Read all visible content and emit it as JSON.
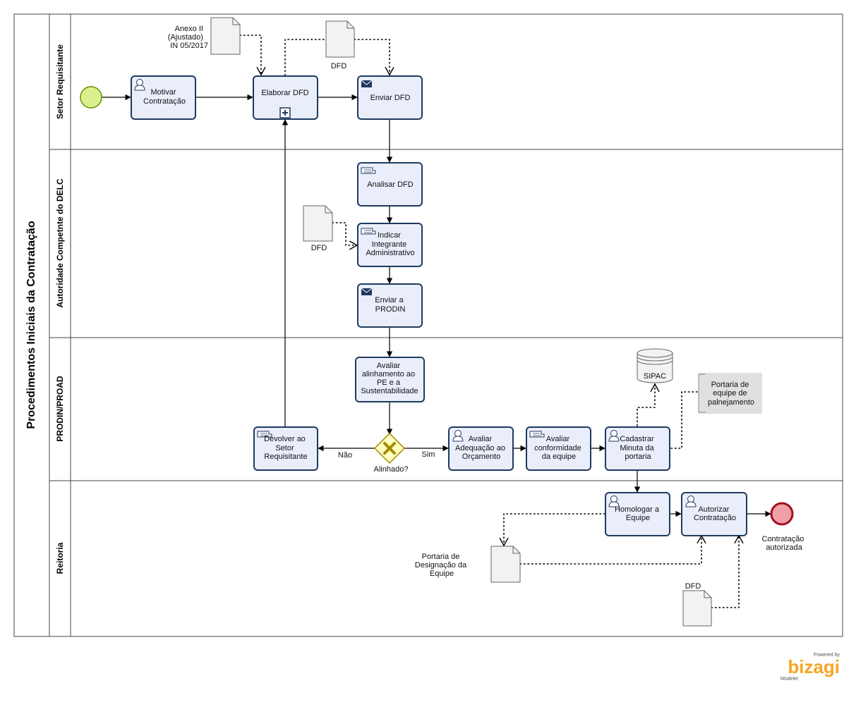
{
  "pool": {
    "title": "Procedimentos Iniciais da Contratação"
  },
  "lanes": [
    {
      "name": "Setor Requisitante"
    },
    {
      "name": "Autoridade Competnte do DELC"
    },
    {
      "name": "PRODIN/PROAD"
    },
    {
      "name": "Reitoria"
    }
  ],
  "tasks": {
    "motivar": [
      "Motivar",
      "Contratação"
    ],
    "elaborar": [
      "Elaborar DFD"
    ],
    "enviar_dfd": [
      "Enviar DFD"
    ],
    "analisar": [
      "Analisar DFD"
    ],
    "indicar": [
      "Indicar",
      "Integrante",
      "Administrativo"
    ],
    "enviar_prodin": [
      "Enviar a",
      "PRODIN"
    ],
    "avaliar_alinhamento": [
      "Avaliar",
      "alinhamento ao",
      "PE e a",
      "Sustentabilidade"
    ],
    "devolver": [
      "Devolver ao",
      "Setor",
      "Requisitante"
    ],
    "avaliar_orcamento": [
      "Avaliar",
      "Adequação ao",
      "Orçamento"
    ],
    "avaliar_conformidade": [
      "Avaliar",
      "conformidade",
      "da equipe"
    ],
    "cadastrar": [
      "Cadastrar",
      "Minuta da",
      "portaria"
    ],
    "homologar": [
      "Homologar  a",
      "Equipe"
    ],
    "autorizar": [
      "Autorizar",
      "Contratação"
    ]
  },
  "gateway": {
    "label": "Alinhado?",
    "yes": "Sim",
    "no": "Não"
  },
  "end_event": {
    "label": [
      "Contratação",
      "autorizada"
    ]
  },
  "artifacts": {
    "anexo": [
      "Anexo II",
      "(Ajustado)",
      "IN 05/2017"
    ],
    "dfd": "DFD",
    "sipac": "SIPAC",
    "portaria_planejamento": [
      "Portaria de",
      "equipe de",
      "palnejamento"
    ],
    "portaria_designacao": [
      "Portaria de",
      "Designação da",
      "Equipe"
    ]
  },
  "branding": {
    "powered": "Powered by",
    "logo": "bizagi",
    "product": "Modeler"
  },
  "colors": {
    "task_fill": "#eaeefb",
    "task_border": "#1e3a5f",
    "start_fill": "#d9f08c",
    "start_stroke": "#6a8f00",
    "end_fill": "#f2a0a8",
    "end_stroke": "#a0101e",
    "gateway_fill": "#ffffc0",
    "gateway_stroke": "#a08a00",
    "brand": "#f5a623"
  }
}
